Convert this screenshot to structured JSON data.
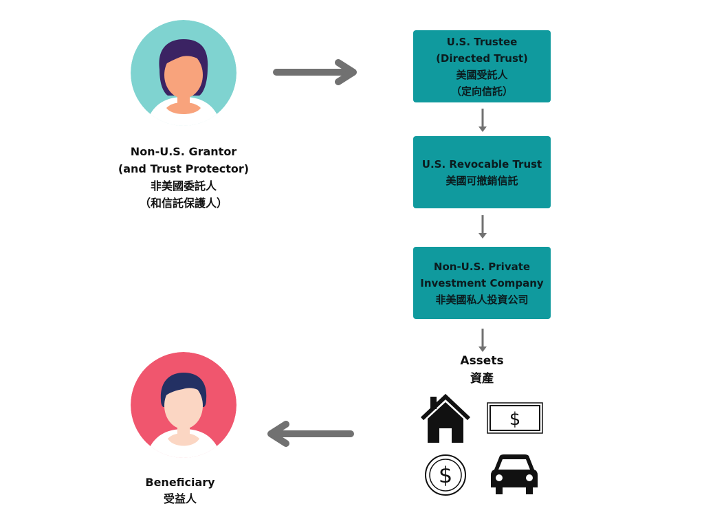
{
  "colors": {
    "box": "#109a9e",
    "arrow": "#717171",
    "grantor_circle": "#7fd3d0",
    "beneficiary_circle": "#f0566e",
    "hair": "#3b2363",
    "beneficiary_hair": "#233063",
    "grantor_skin": "#f8a37c",
    "beneficiary_skin": "#fbd6c3",
    "icon": "#111111"
  },
  "grantor": {
    "line1": "Non-U.S. Grantor",
    "line2": "(and Trust Protector)",
    "line3": "非美國委託人",
    "line4": "（和信託保護人）"
  },
  "trustee": {
    "line1": "U.S. Trustee",
    "line2": "(Directed Trust)",
    "line3": "美國受託人",
    "line4": "（定向信託）"
  },
  "revocable_trust": {
    "line1": "U.S. Revocable Trust",
    "line2": "美國可撤銷信託"
  },
  "private_company": {
    "line1": "Non-U.S. Private",
    "line2": "Investment Company",
    "line3": "非美國私人投資公司"
  },
  "assets": {
    "line1": "Assets",
    "line2": "資產",
    "icons": [
      "house-icon",
      "banknote-icon",
      "dollar-coin-icon",
      "car-icon"
    ]
  },
  "beneficiary": {
    "line1": "Beneficiary",
    "line2": "受益人"
  }
}
